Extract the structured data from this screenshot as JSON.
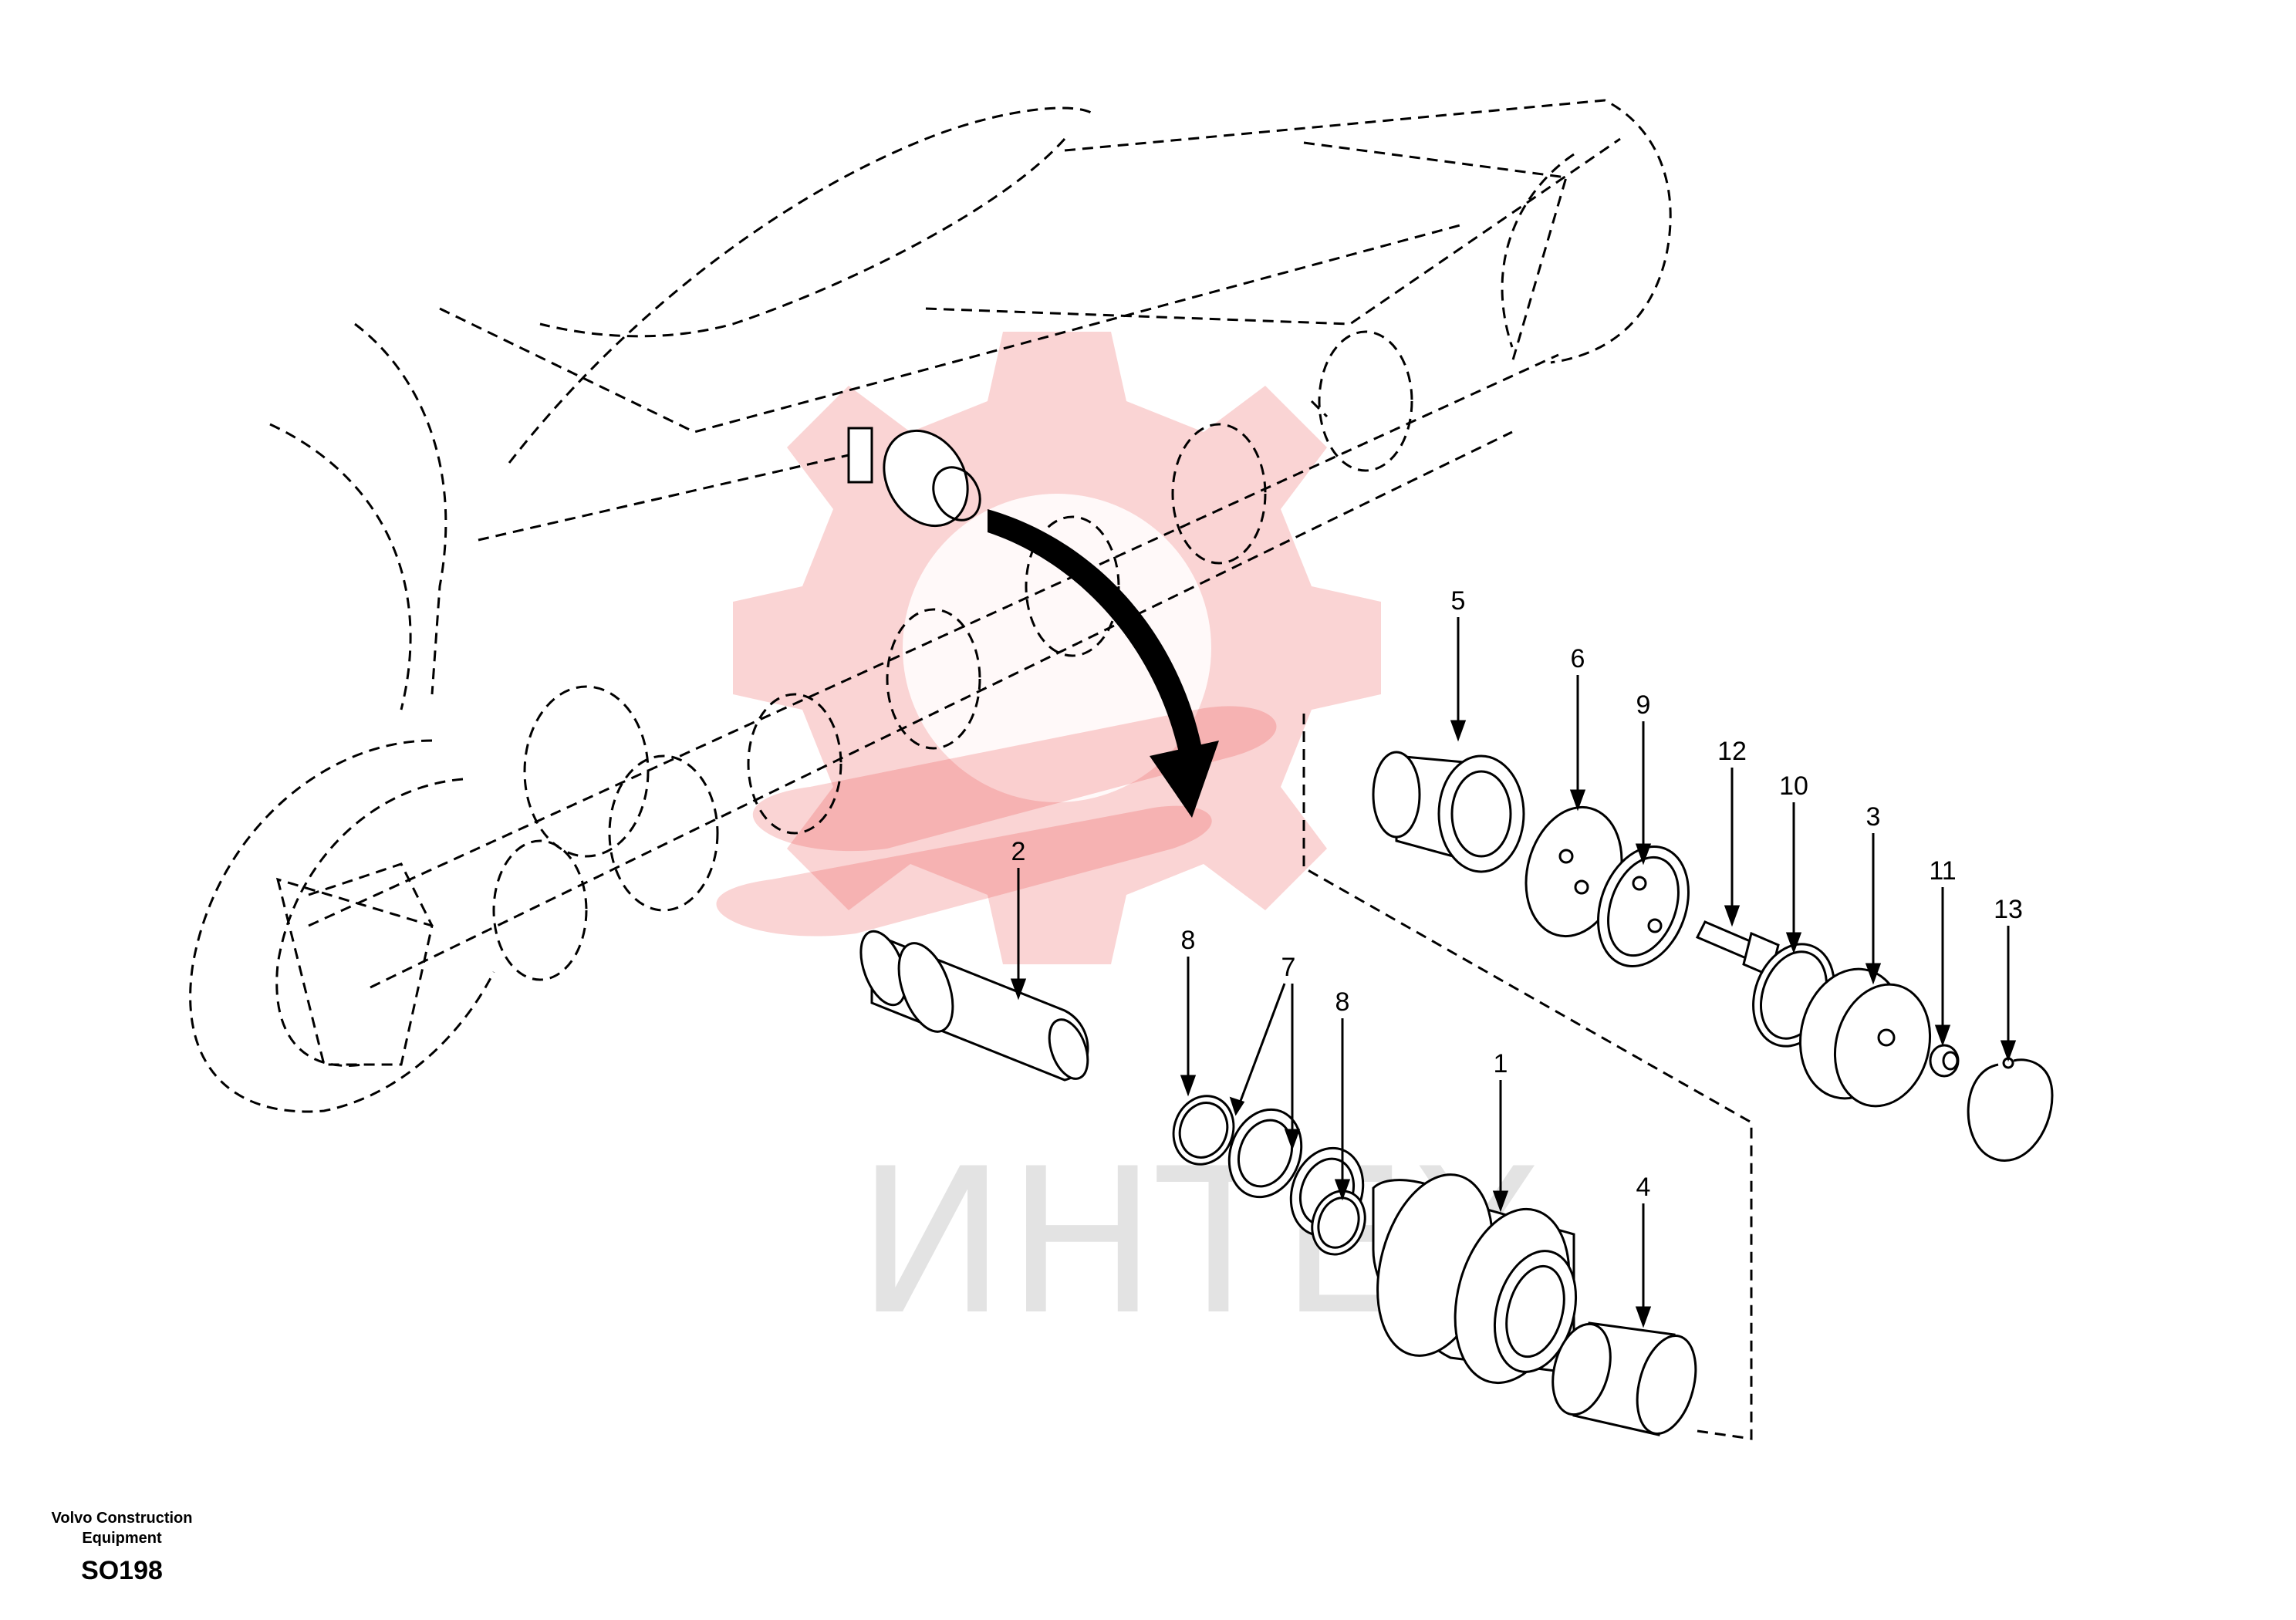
{
  "footer": {
    "manufacturer_line1": "Volvo Construction",
    "manufacturer_line2": "Equipment",
    "code": "SO198"
  },
  "watermark": {
    "text": "ИНТЕХ",
    "color": "#e8393a"
  },
  "callouts": [
    {
      "id": "1",
      "label": "1"
    },
    {
      "id": "2",
      "label": "2"
    },
    {
      "id": "3",
      "label": "3"
    },
    {
      "id": "4",
      "label": "4"
    },
    {
      "id": "5",
      "label": "5"
    },
    {
      "id": "6",
      "label": "6"
    },
    {
      "id": "7",
      "label": "7"
    },
    {
      "id": "8a",
      "label": "8"
    },
    {
      "id": "8b",
      "label": "8"
    },
    {
      "id": "9",
      "label": "9"
    },
    {
      "id": "10",
      "label": "10"
    },
    {
      "id": "11",
      "label": "11"
    },
    {
      "id": "12",
      "label": "12"
    },
    {
      "id": "13",
      "label": "13"
    }
  ]
}
